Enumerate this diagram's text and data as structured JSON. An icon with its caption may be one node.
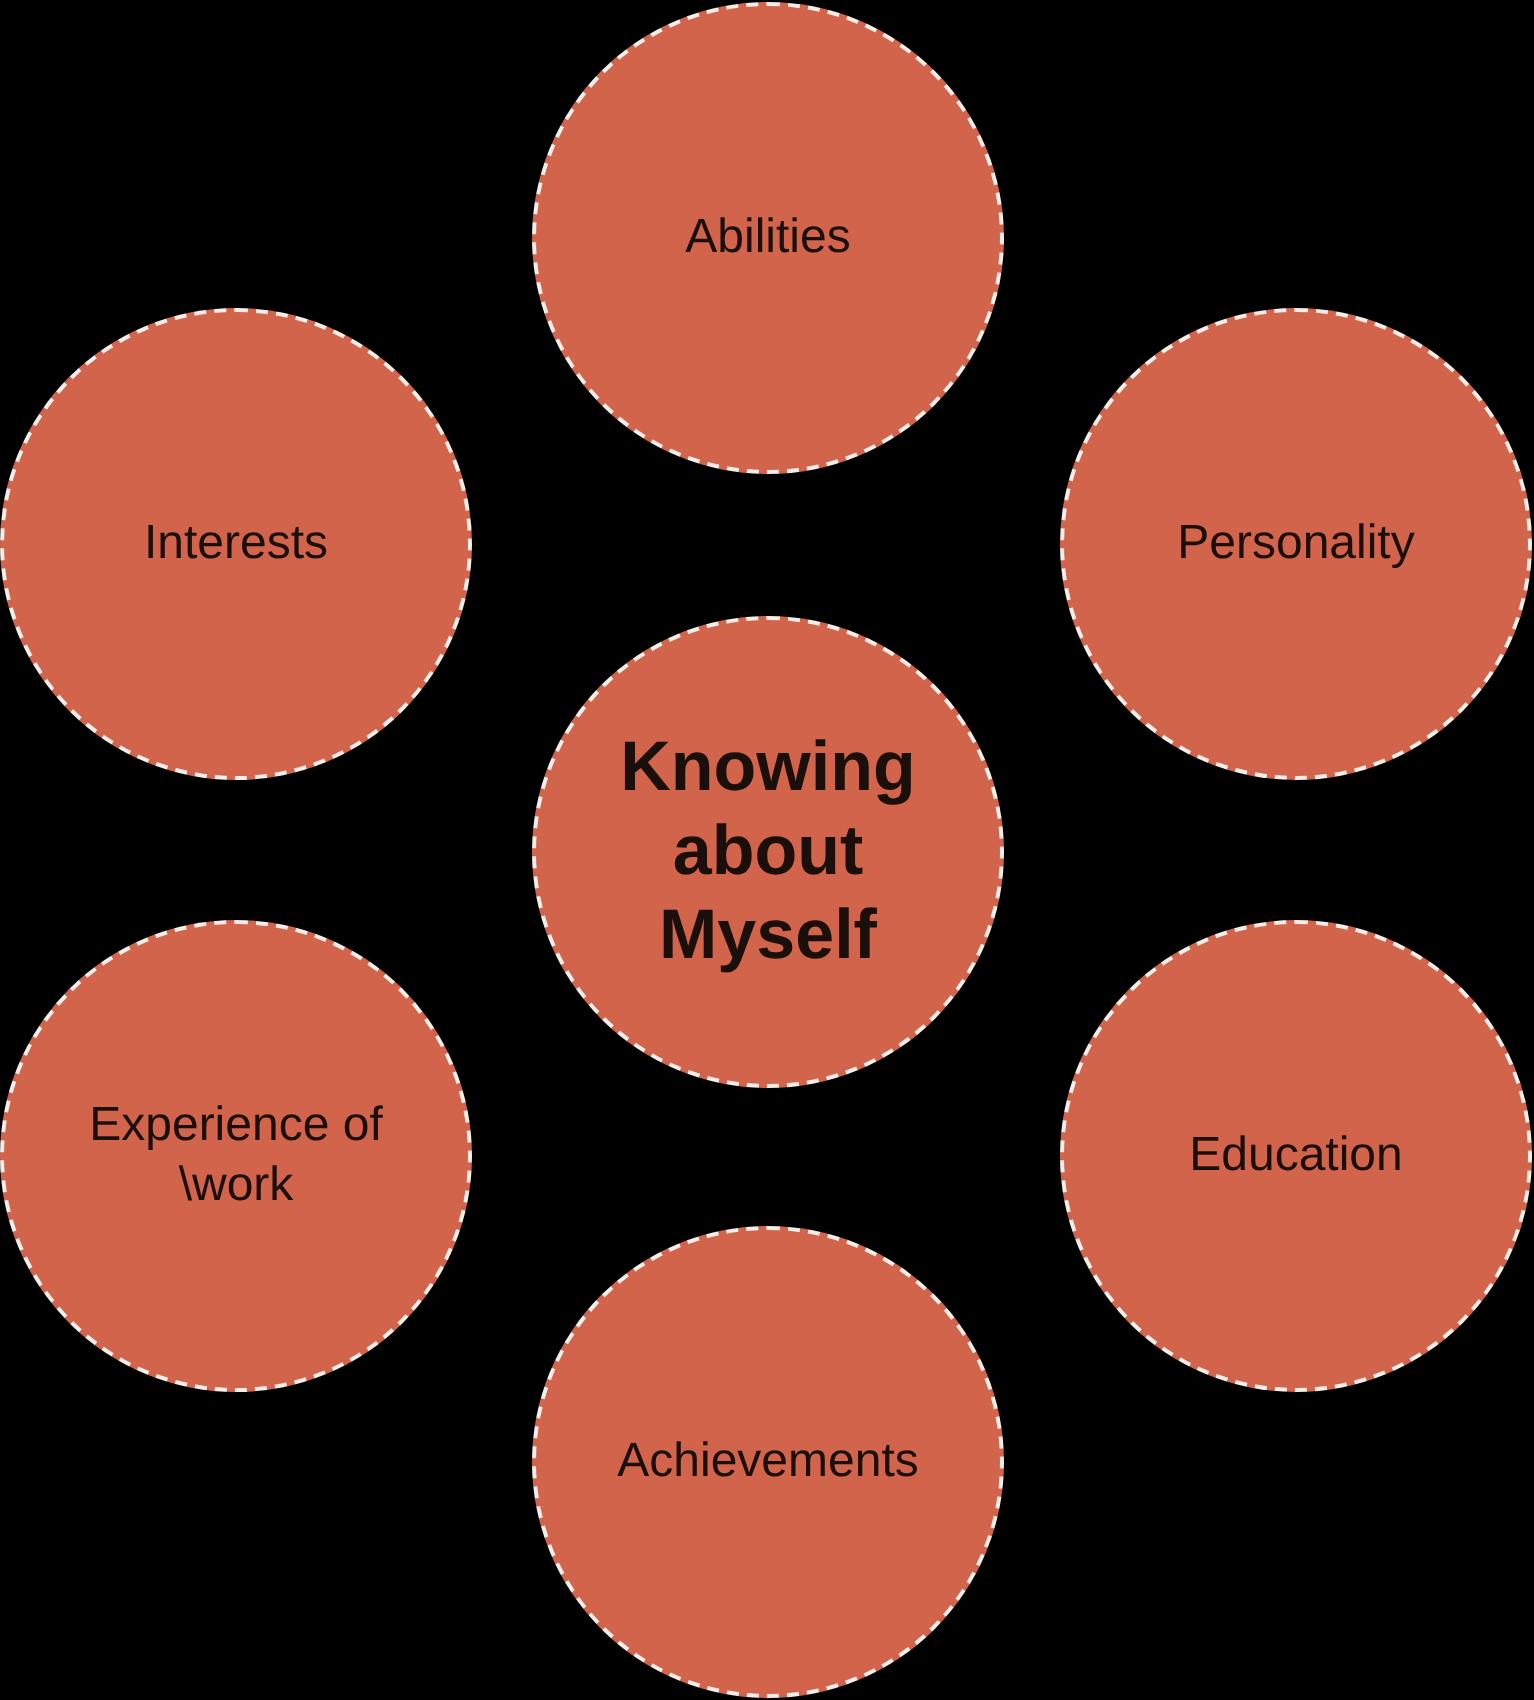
{
  "diagram": {
    "nodes": [
      {
        "text": [
          "Abilities"
        ]
      },
      {
        "text": [
          "Interests"
        ]
      },
      {
        "text": [
          "Personality"
        ]
      },
      {
        "text": [
          "Knowing about Myself"
        ]
      },
      {
        "text": [
          "Experience of \\work"
        ]
      },
      {
        "text": [
          "Education"
        ]
      },
      {
        "text": [
          "Achievements"
        ]
      }
    ]
  }
}
